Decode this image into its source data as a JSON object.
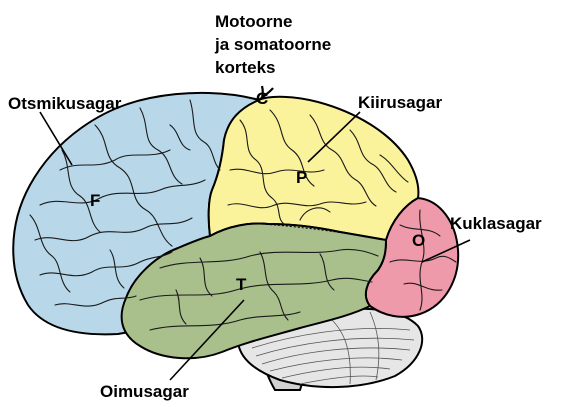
{
  "labels": {
    "frontal": "Otsmikusagar",
    "motor_line1": "Motoorne",
    "motor_line2": "ja somatoorne",
    "motor_line3": "korteks",
    "parietal": "Kiirusagar",
    "occipital": "Kuklasagar",
    "temporal": "Oimusagar"
  },
  "letters": {
    "frontal": "F",
    "central": "C",
    "parietal": "P",
    "occipital": "O",
    "temporal": "T"
  },
  "colors": {
    "frontal": "#b8d8ea",
    "parietal": "#fbf39c",
    "occipital": "#ef9aab",
    "temporal": "#a9c08c",
    "cerebellum": "#e6e6e6",
    "brainstem": "#d2d2d2"
  }
}
